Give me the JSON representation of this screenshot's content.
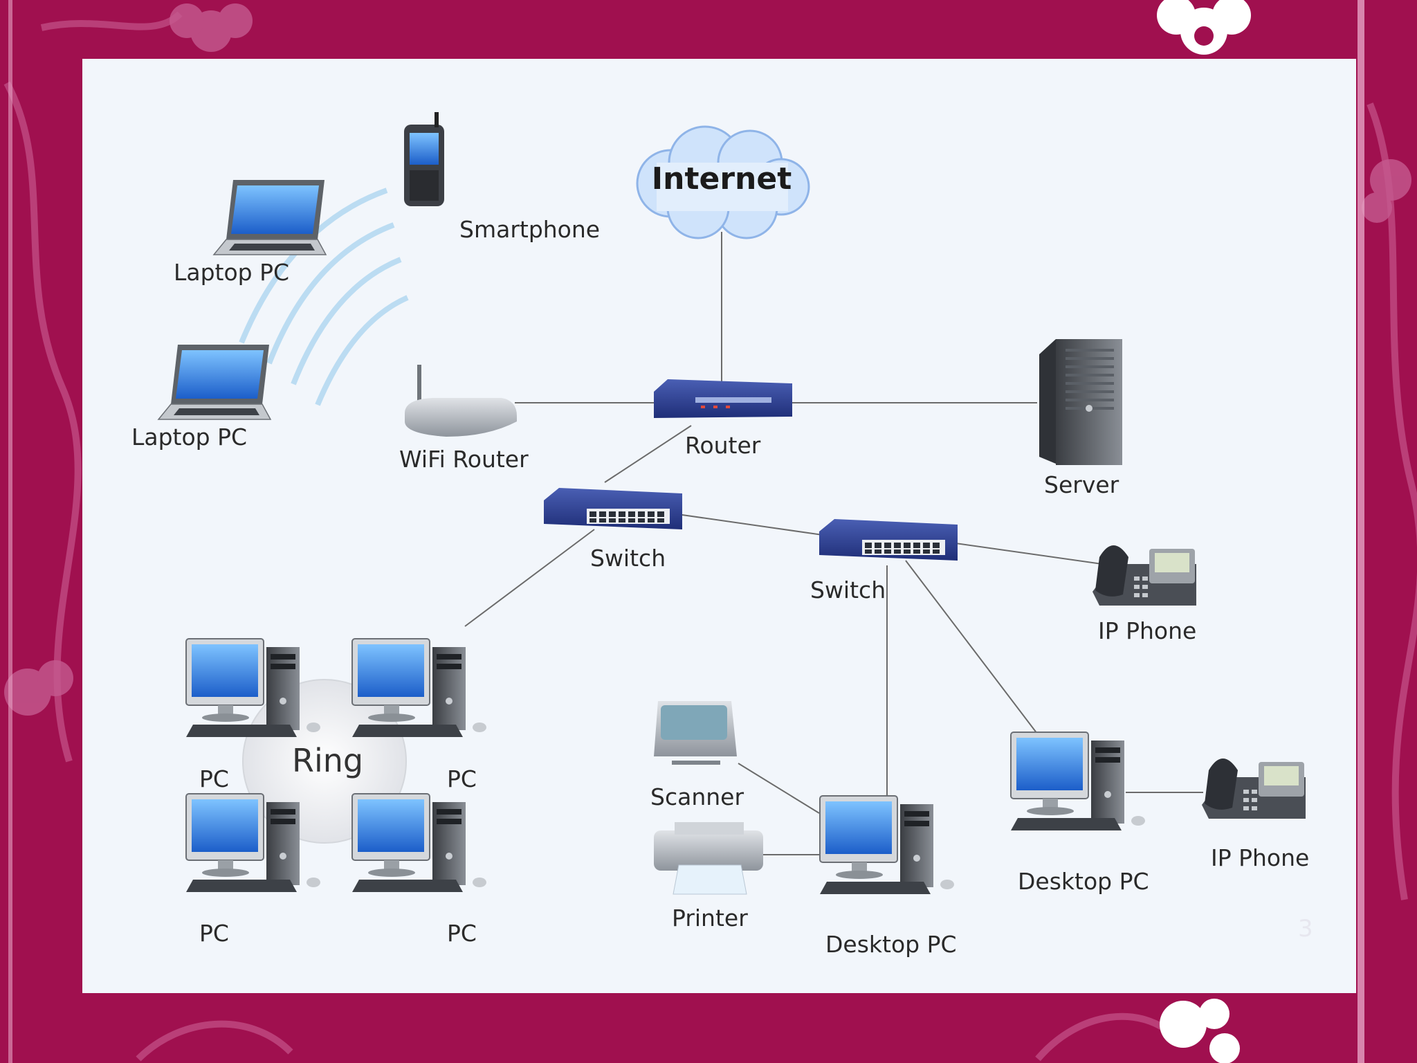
{
  "slide": {
    "number": "3",
    "colors": {
      "background": "#a0104f",
      "panel": "#f2f6fb",
      "link": "#6b6b6b",
      "device_blue": "#2c3f8f"
    }
  },
  "diagram": {
    "labels": {
      "internet": "Internet",
      "smartphone": "Smartphone",
      "laptop_top": "Laptop PC",
      "laptop_bottom": "Laptop PC",
      "wifi_router": "WiFi Router",
      "router": "Router",
      "server": "Server",
      "switch_left": "Switch",
      "switch_right": "Switch",
      "ip_phone_top": "IP Phone",
      "ip_phone_bottom": "IP Phone",
      "ring": "Ring",
      "pc_tl": "PC",
      "pc_tr": "PC",
      "pc_bl": "PC",
      "pc_br": "PC",
      "scanner": "Scanner",
      "printer": "Printer",
      "desktop_center": "Desktop PC",
      "desktop_right": "Desktop PC"
    }
  }
}
